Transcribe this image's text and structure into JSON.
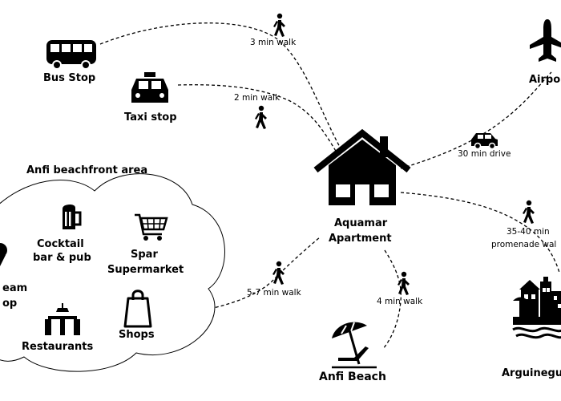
{
  "places": {
    "bus_stop": "Bus Stop",
    "taxi_stop": "Taxi stop",
    "airport": "Airpo",
    "apartment_line1": "Aquamar",
    "apartment_line2": "Apartment",
    "anfi_area": "Anfi beachfront area",
    "cocktail_line1": "Cocktail",
    "cocktail_line2": "bar & pub",
    "spar_line1": "Spar",
    "spar_line2": "Supermarket",
    "ice_cream_line1": "eam",
    "ice_cream_line2": "op",
    "restaurants": "Restaurants",
    "shops": "Shops",
    "anfi_beach": "Anfi Beach",
    "arguineguin": "Arguinegu"
  },
  "routes": {
    "bus": "3 min walk",
    "taxi": "2 min walk",
    "airport": "30 min drive",
    "arguineguin_line1": "35-40 min",
    "arguineguin_line2": "promenade wal",
    "beachfront": "5-7 min walk",
    "beach": "4 min walk"
  },
  "icons": {
    "bus": "bus-icon",
    "taxi": "taxi-icon",
    "plane": "airplane-icon",
    "house": "house-icon",
    "car": "car-icon",
    "walker": "walking-person-icon",
    "beer": "beer-mug-icon",
    "cart": "shopping-cart-icon",
    "bag": "shopping-bag-icon",
    "table": "restaurant-table-icon",
    "umbrella": "beach-umbrella-icon",
    "town": "town-icon",
    "ice_cream": "ice-cream-icon"
  },
  "colors": {
    "ink": "#000000",
    "background": "#ffffff"
  }
}
